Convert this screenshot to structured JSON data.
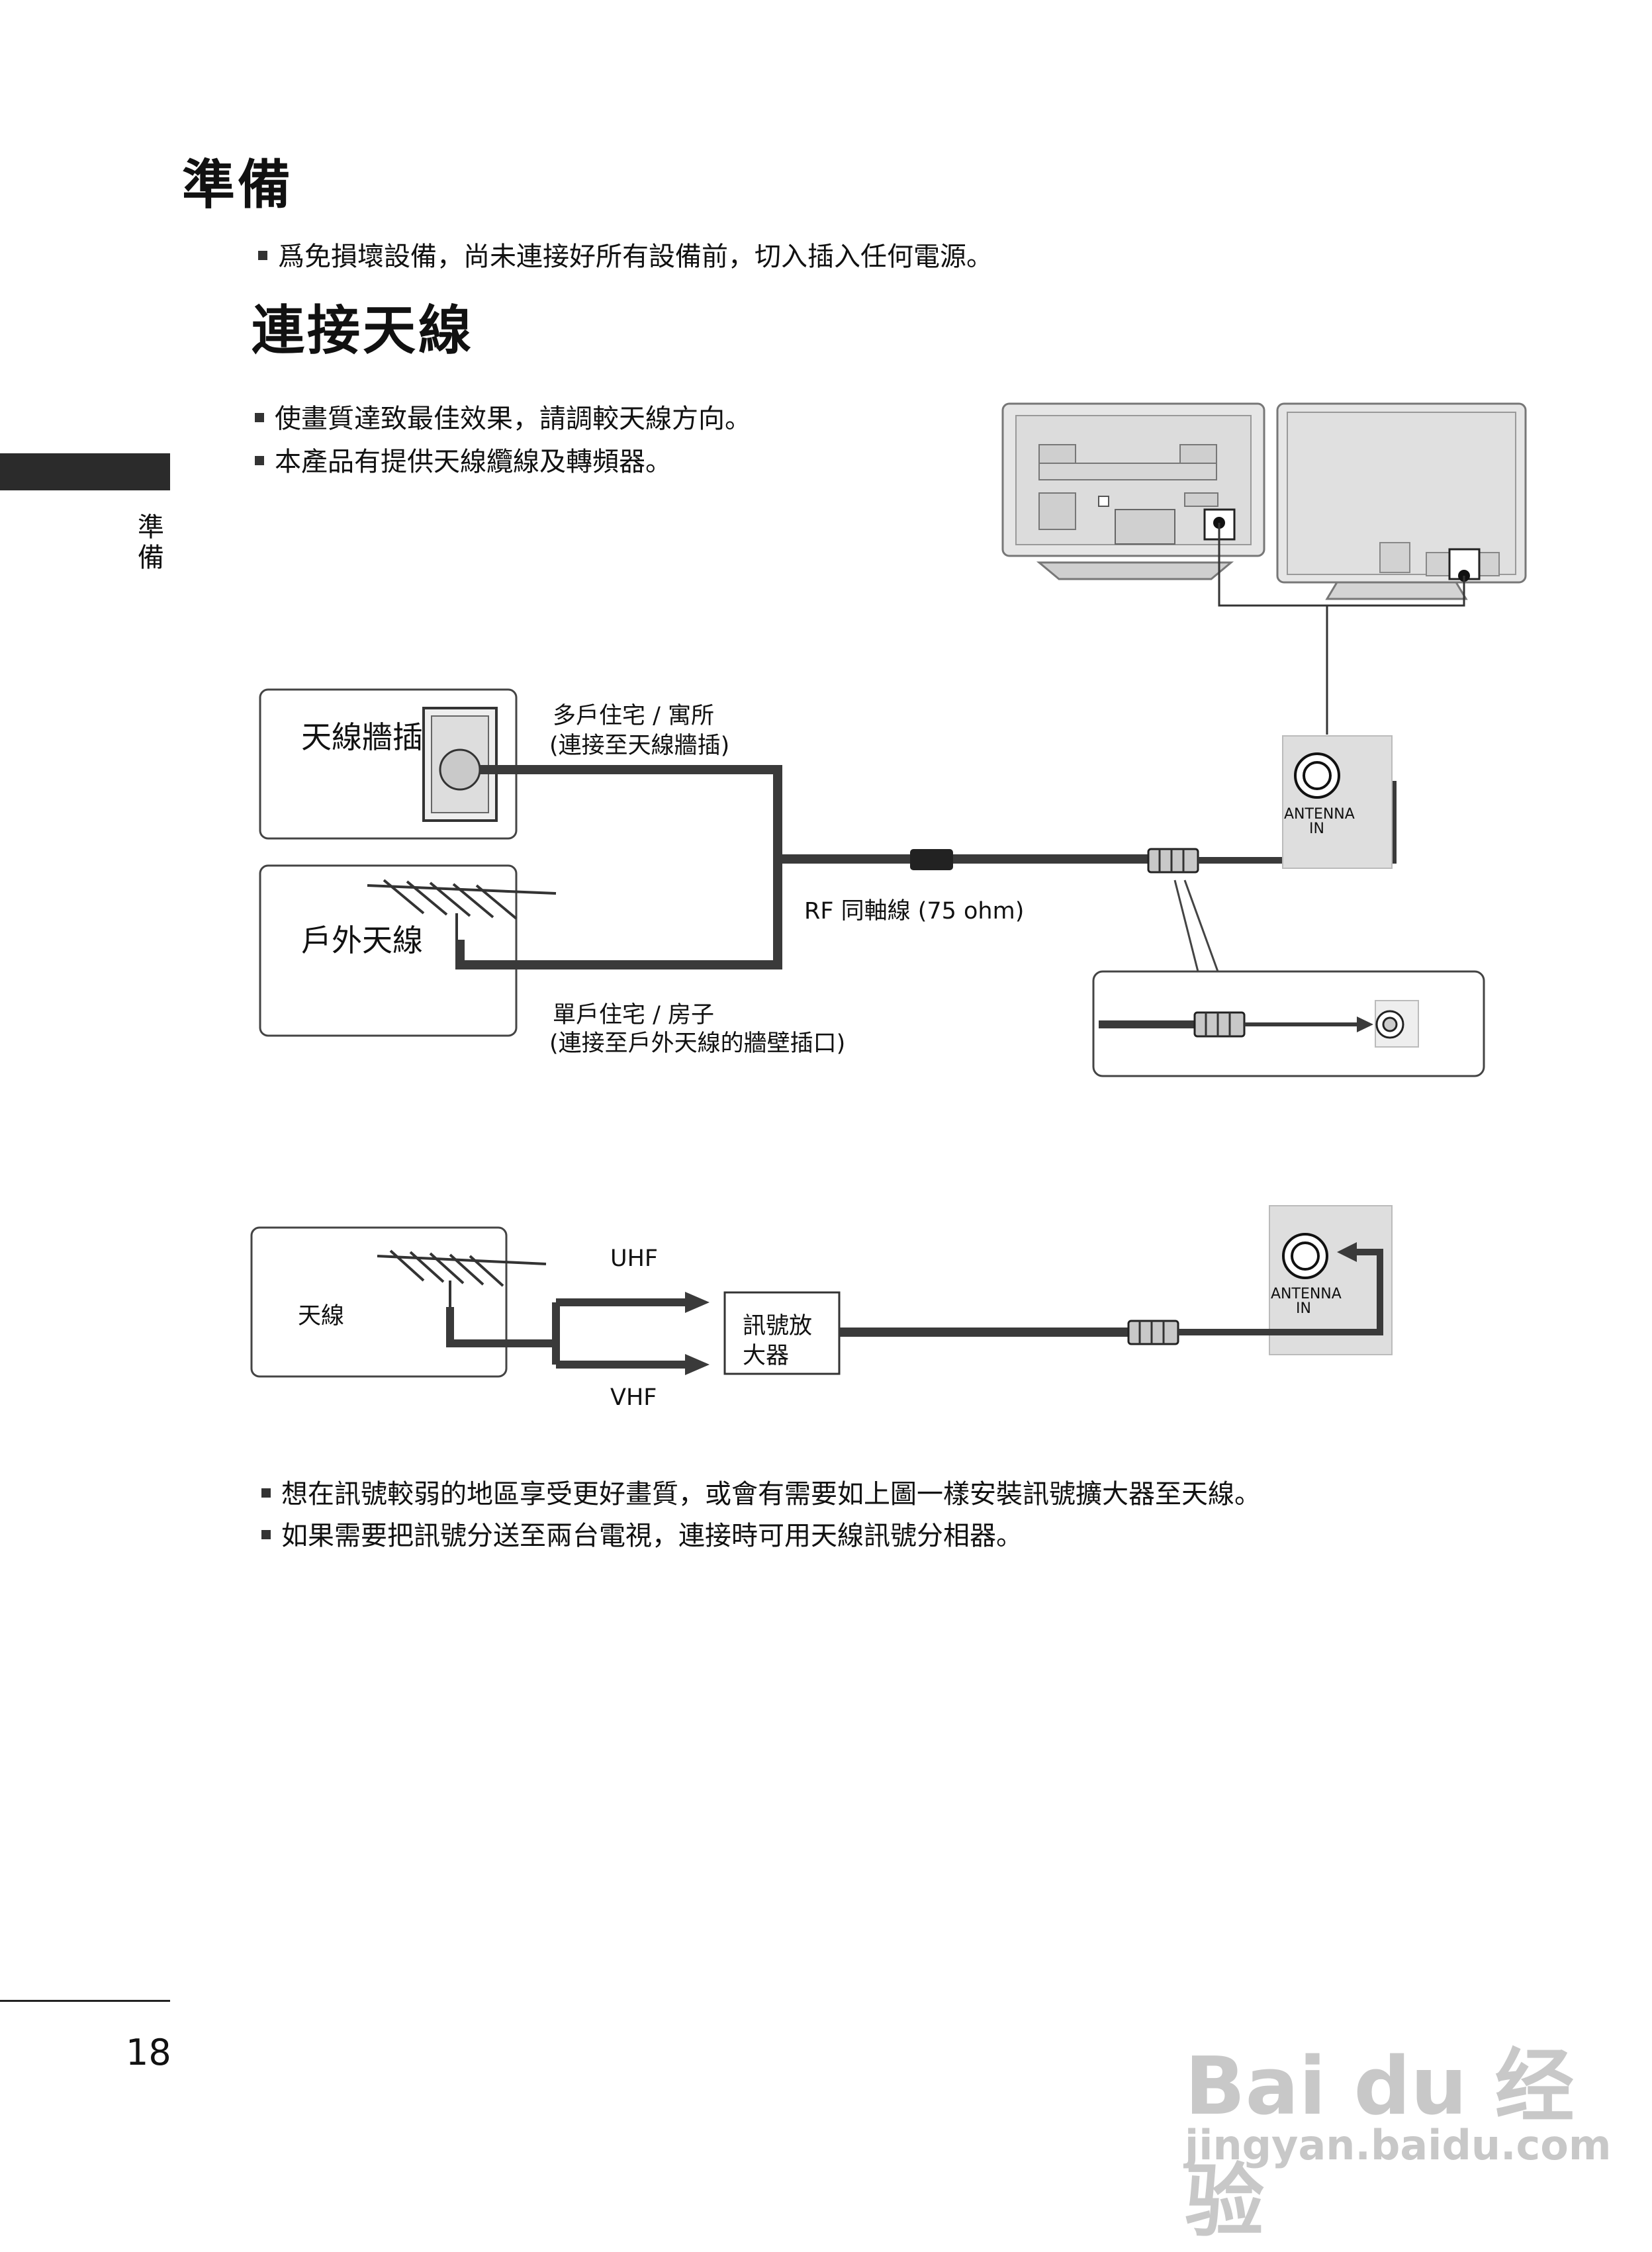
{
  "section_title": "準備",
  "intro_note": "爲免損壞設備，尚未連接好所有設備前，切入插入任何電源。",
  "subsection_title": "連接天線",
  "notes_top": [
    "使畫質達致最佳效果，請調較天線方向。",
    "本產品有提供天線纜線及轉頻器。"
  ],
  "side_tab": {
    "label": "準備"
  },
  "diagram1": {
    "wall_box_title": "天線牆插",
    "outdoor_box_title": "戶外天線",
    "multi_dwelling": "多戶住宅 / 寓所",
    "multi_dwelling_sub": "(連接至天線牆插)",
    "cable_label": "RF 同軸線 (75 ohm)",
    "single_dwelling": "單戶住宅 / 房子",
    "single_dwelling_sub": "(連接至戶外天線的牆壁插口)",
    "port_label_line1": "ANTENNA",
    "port_label_line2": "IN"
  },
  "diagram2": {
    "antenna_label": "天線",
    "uhf": "UHF",
    "vhf": "VHF",
    "amp_line1": "訊號放",
    "amp_line2": "大器",
    "port_label_line1": "ANTENNA",
    "port_label_line2": "IN"
  },
  "notes_bottom": [
    "想在訊號較弱的地區享受更好畫質，或會有需要如上圖一樣安裝訊號擴大器至天線。",
    "如果需要把訊號分送至兩台電視，連接時可用天線訊號分相器。"
  ],
  "page_number": "18",
  "watermark": {
    "brand": "Bai du 经验",
    "url": "jingyan.baidu.com"
  }
}
